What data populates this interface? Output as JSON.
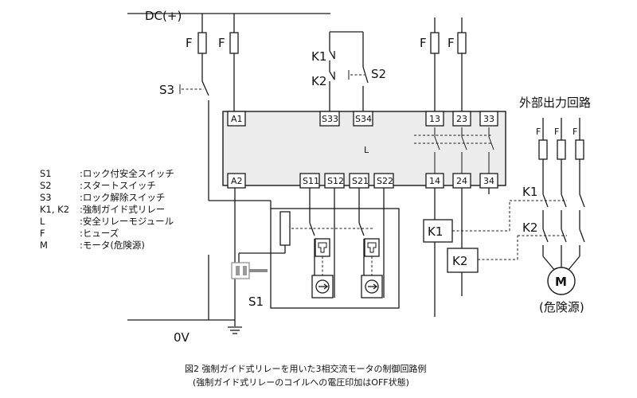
{
  "labels": {
    "dc_plus": "DC(+)",
    "zero_v": "0V",
    "fuse": "F",
    "s3": "S3",
    "k1": "K1",
    "k2": "K2",
    "s2": "S2",
    "s1": "S1",
    "module_l": "L",
    "external_output": "外部出力回路",
    "motor": "M",
    "hazard": "(危険源)"
  },
  "terminals": {
    "a1": "A1",
    "s33": "S33",
    "s34": "S34",
    "t13": "13",
    "t23": "23",
    "t33": "33",
    "a2": "A2",
    "s11": "S11",
    "s12": "S12",
    "s21": "S21",
    "s22": "S22",
    "t14": "14",
    "t24": "24",
    "t34": "34"
  },
  "legend": [
    {
      "key": "S1",
      "desc": ":ロック付安全スイッチ"
    },
    {
      "key": "S2",
      "desc": ":スタートスイッチ"
    },
    {
      "key": "S3",
      "desc": ":ロック解除スイッチ"
    },
    {
      "key": "K1, K2",
      "desc": ":強制ガイド式リレー"
    },
    {
      "key": "L",
      "desc": ":安全リレーモジュール"
    },
    {
      "key": "F",
      "desc": ":ヒューズ"
    },
    {
      "key": "M",
      "desc": ":モータ(危険源)"
    }
  ],
  "caption": {
    "line1": "図2 強制ガイド式リレーを用いた3相交流モータの制御回路例",
    "line2": "(強制ガイド式リレーのコイルへの電圧印加はOFF状態)"
  }
}
